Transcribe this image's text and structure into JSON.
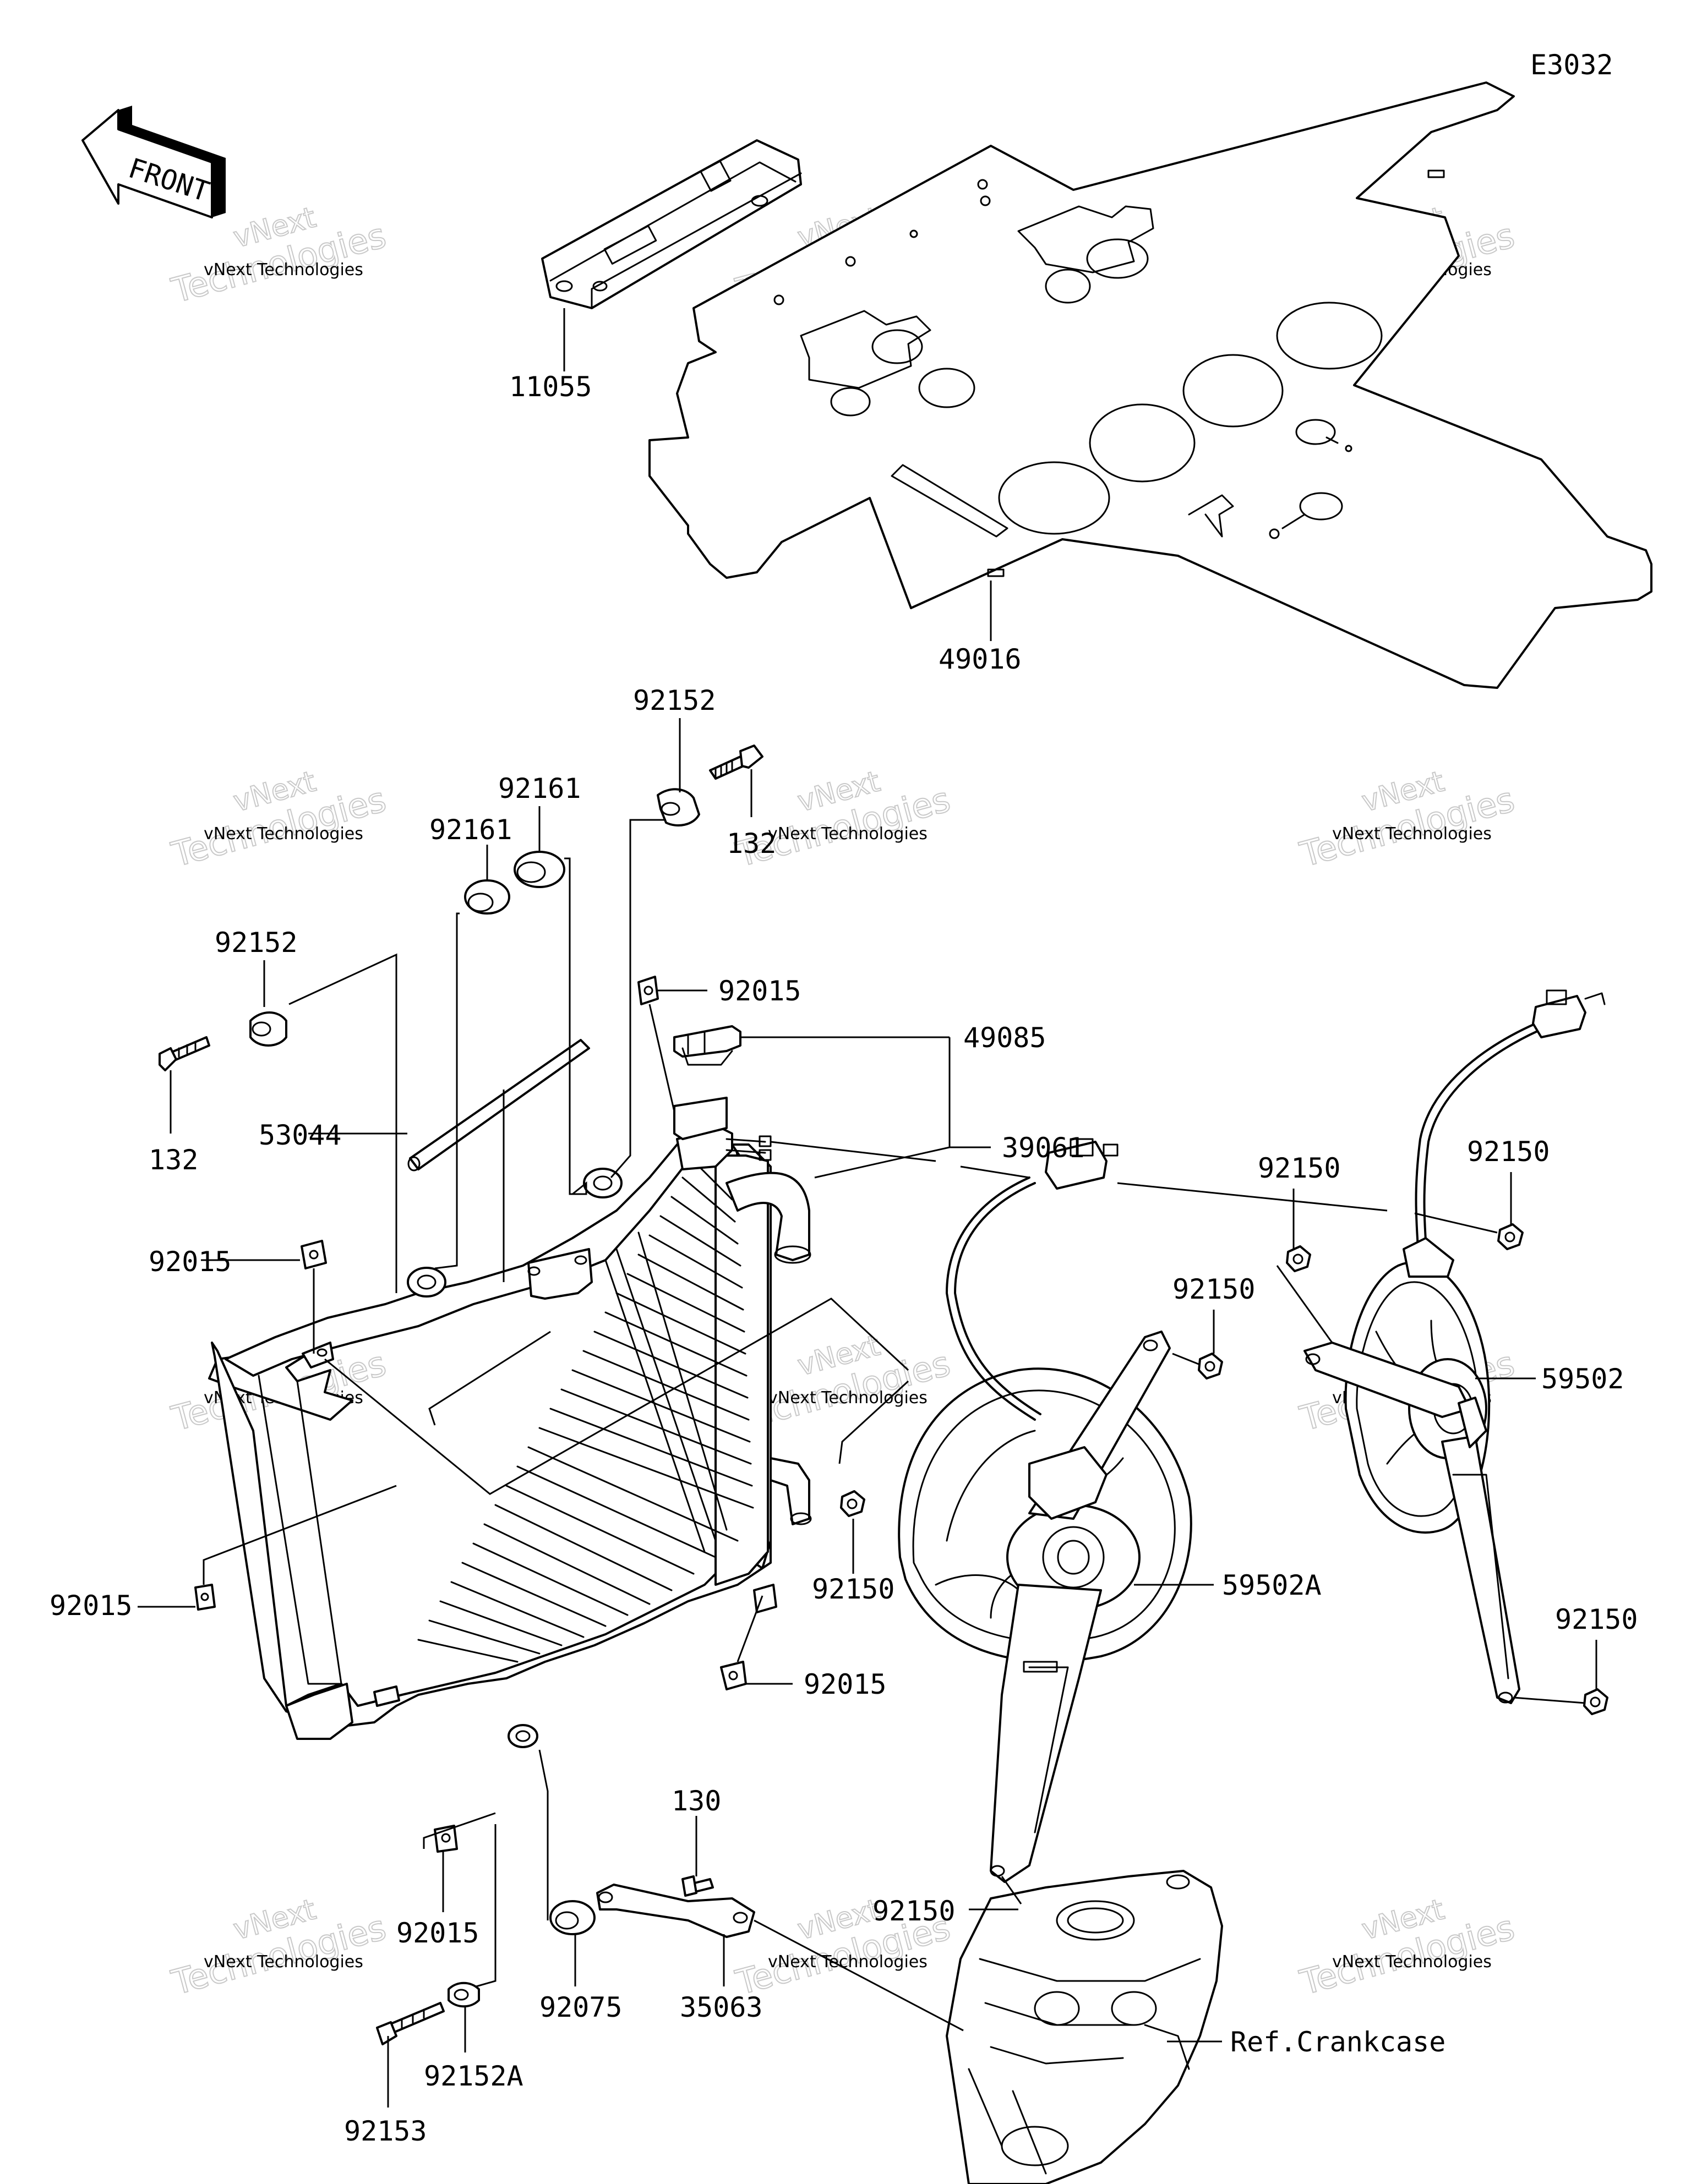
{
  "diagram": {
    "code": "E3032",
    "front_arrow": "FRONT",
    "watermark": {
      "line1": "vNext Technologies",
      "line2": "vNext",
      "line3": "Technologies"
    },
    "parts": {
      "p11055": "11055",
      "p49016": "49016",
      "p92152_top": "92152",
      "p132_top": "132",
      "p92161_right": "92161",
      "p92161_left": "92161",
      "p92152_left": "92152",
      "p132_left": "132",
      "p53044": "53044",
      "p92015_cap": "92015",
      "p49085": "49085",
      "p39061": "39061",
      "p92150_a": "92150",
      "p92150_b": "92150",
      "p92150_c": "92150",
      "p92015_left": "92015",
      "p59502": "59502",
      "p92015_bl": "92015",
      "p92150_d": "92150",
      "p59502A": "59502A",
      "p92150_e": "92150",
      "p92015_br": "92015",
      "p130": "130",
      "p92150_f": "92150",
      "p92015_bottom": "92015",
      "p92075": "92075",
      "p35063": "35063",
      "p92152A": "92152A",
      "p92153": "92153",
      "ref_crankcase": "Ref.Crankcase"
    }
  }
}
